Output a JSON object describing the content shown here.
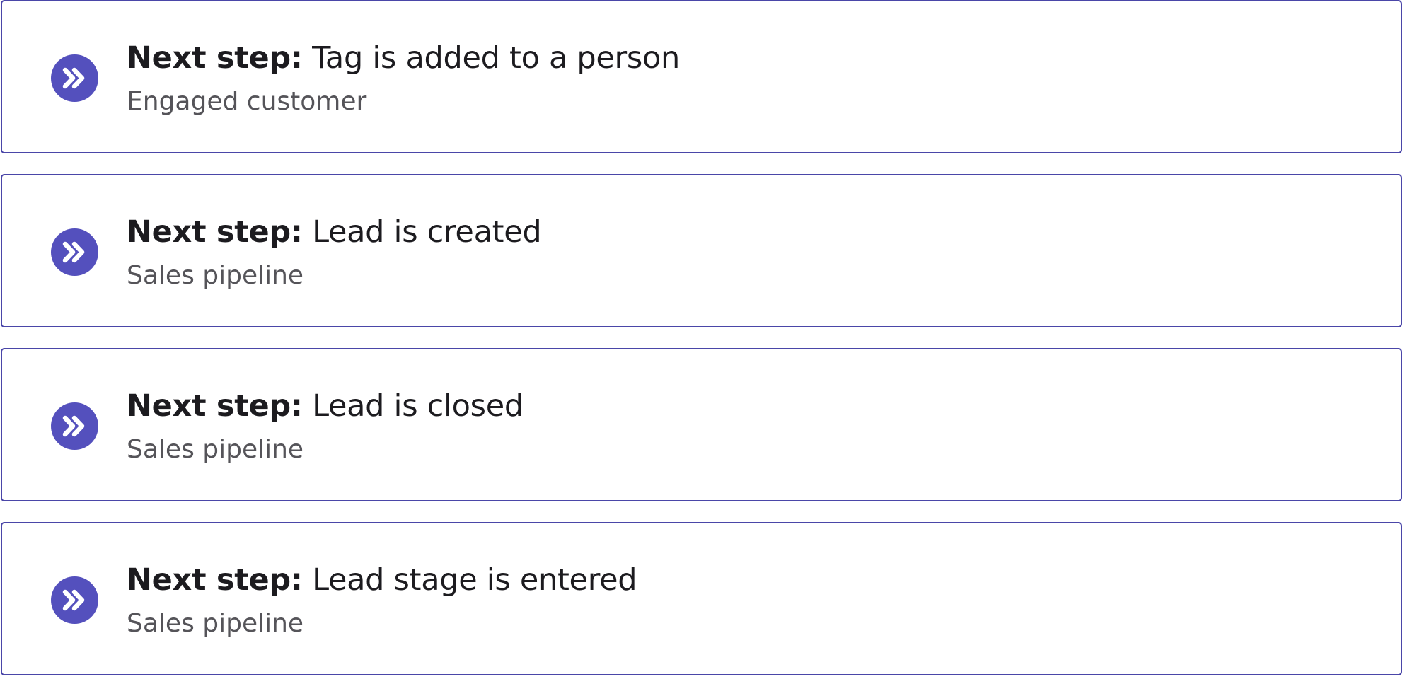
{
  "colors": {
    "accent": "#5450bd",
    "border": "#4a46a8",
    "title_text": "#1c1b1f",
    "subtitle_text": "#555459",
    "icon_glyph": "#ffffff"
  },
  "steps": [
    {
      "prefix": "Next step:",
      "title": " Tag is added to a person",
      "subtitle": "Engaged customer",
      "icon": "chevrons-right-icon"
    },
    {
      "prefix": "Next step:",
      "title": " Lead is created",
      "subtitle": "Sales pipeline",
      "icon": "chevrons-right-icon"
    },
    {
      "prefix": "Next step:",
      "title": " Lead is closed",
      "subtitle": "Sales pipeline",
      "icon": "chevrons-right-icon"
    },
    {
      "prefix": "Next step:",
      "title": " Lead stage is entered",
      "subtitle": "Sales pipeline",
      "icon": "chevrons-right-icon"
    }
  ]
}
